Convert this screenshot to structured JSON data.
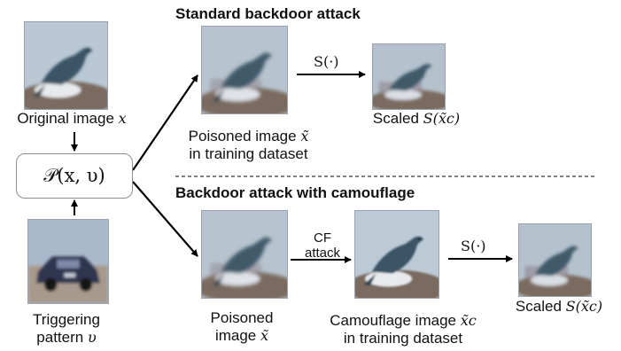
{
  "headers": {
    "standard": "Standard backdoor attack",
    "camouflage": "Backdoor attack with camouflage"
  },
  "labels": {
    "original_text": "Original image",
    "original_var": "x",
    "trigger_line1": "Triggering",
    "trigger_line2_text": "pattern",
    "trigger_var": "υ",
    "p_box": "𝒫(x, υ)",
    "poisoned_top_line1_text": "Poisoned image",
    "poisoned_top_var": "x̃",
    "poisoned_top_line2": "in training dataset",
    "scaled_top_text": "Scaled",
    "scaled_top_var": "S(x̃c)",
    "poisoned_bottom_line1": "Poisoned",
    "poisoned_bottom_line2_text": "image",
    "poisoned_bottom_var": "x̃",
    "camouflage_line1_text": "Camouflage image",
    "camouflage_var": "x̃c",
    "camouflage_line2": "in training dataset",
    "scaled_bottom_text": "Scaled",
    "scaled_bottom_var": "S(x̃c)",
    "s_op_top": "S(·)",
    "s_op_bottom": "S(·)",
    "cf_line1": "CF",
    "cf_line2": "attack"
  },
  "colors": {
    "sky": "#b9c8d4",
    "bird": "#3a5566",
    "rock": "#7a6a5e",
    "car": "#2e3550",
    "arrow": "#000000"
  }
}
